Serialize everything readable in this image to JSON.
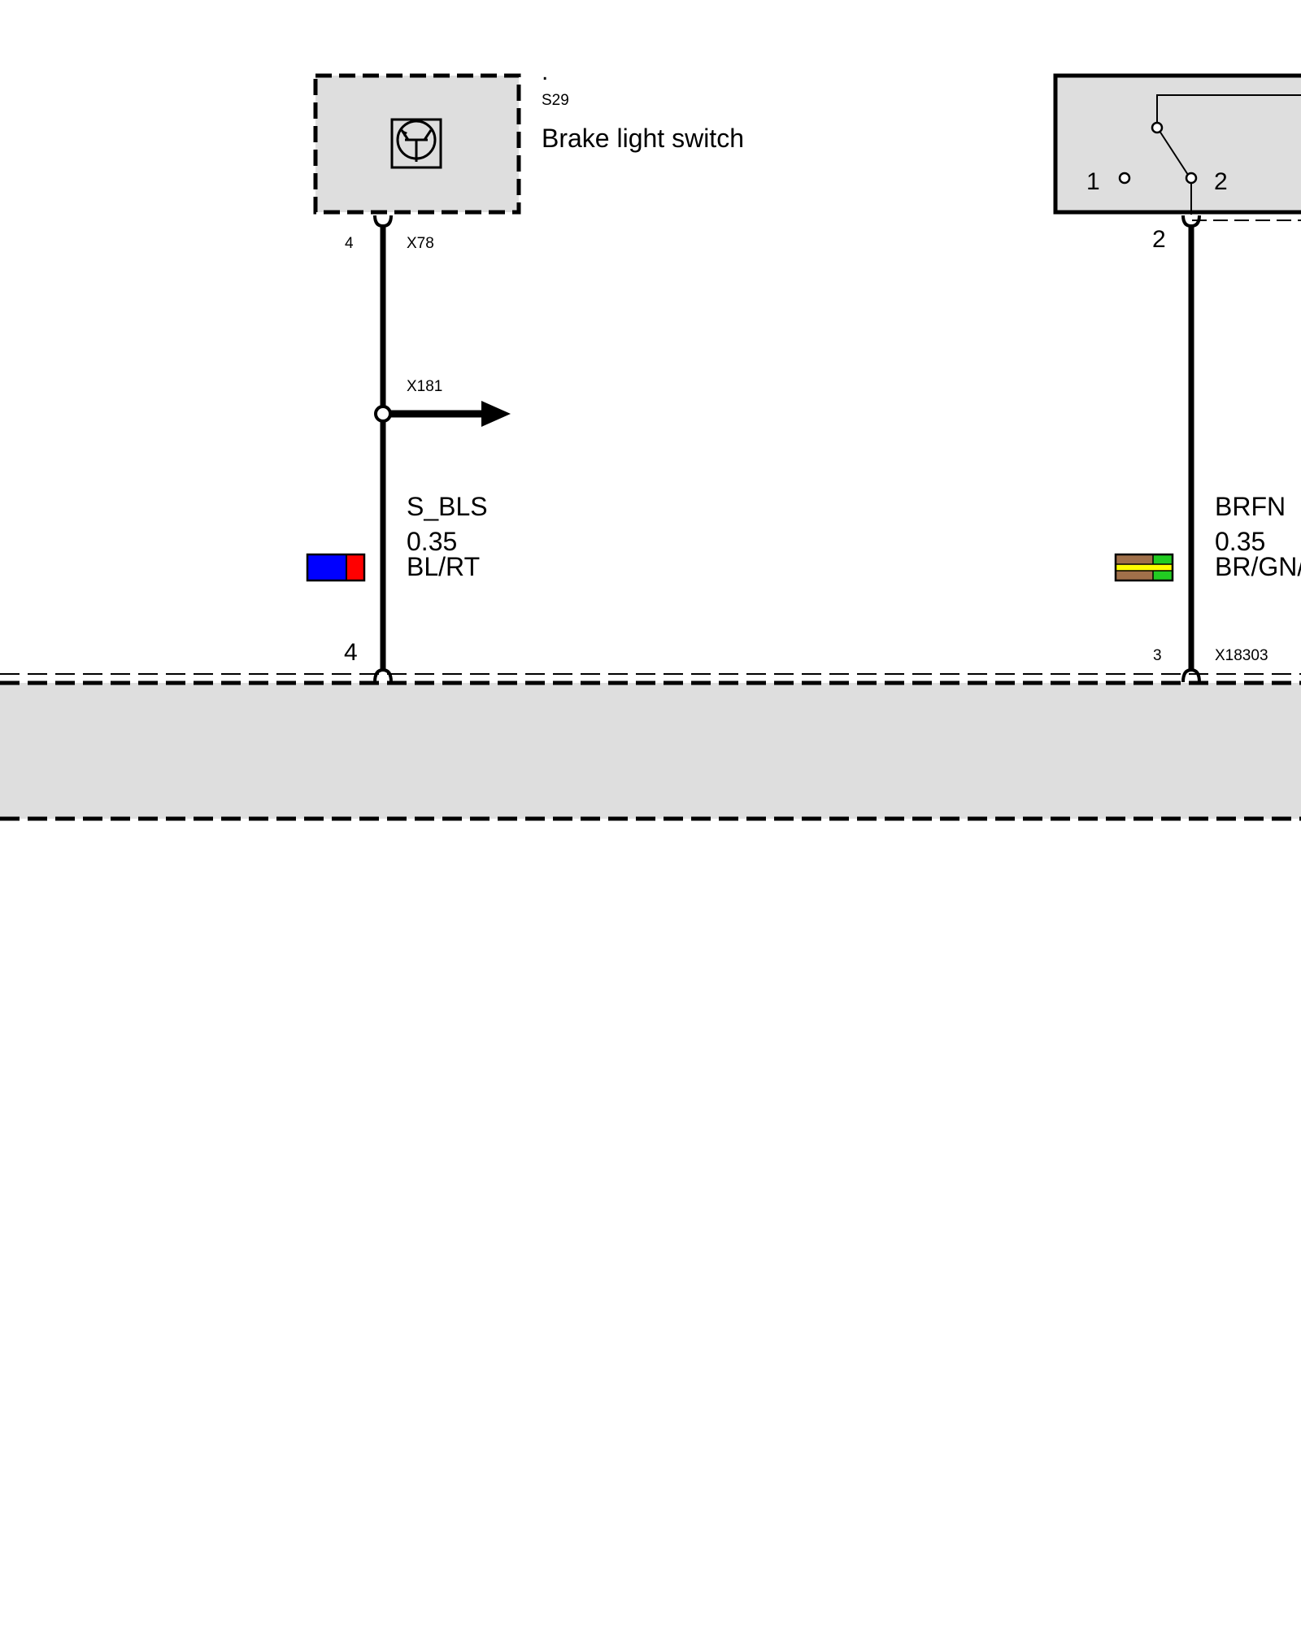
{
  "colors": {
    "wire": "#000000",
    "component_fill": "#dedede",
    "background": "#ffffff",
    "blue": "#0000ff",
    "red": "#ff0000",
    "brown": "#a0704a",
    "green": "#22cc22",
    "yellow": "#ffff00"
  },
  "components": {
    "brake_light_switch": {
      "dot": ".",
      "id": "S29",
      "name": "Brake light switch",
      "icon": "transistor-icon"
    },
    "switch_right": {
      "pin1": "1",
      "pin2": "2",
      "icon": "switch-contact-icon"
    }
  },
  "wires": {
    "left": {
      "top_pin": "4",
      "top_connector": "X78",
      "splice": "X181",
      "signal": "S_BLS",
      "gauge": "0.35",
      "color_code": "BL/RT",
      "swatch": [
        "blue",
        "red"
      ],
      "bottom_pin": "4"
    },
    "right": {
      "top_pin": "2",
      "signal": "BRFN",
      "gauge": "0.35",
      "color_code": "BR/GN/",
      "swatch": [
        "brown",
        "yellow",
        "green"
      ],
      "bottom_pin": "3",
      "bottom_connector": "X18303"
    }
  }
}
